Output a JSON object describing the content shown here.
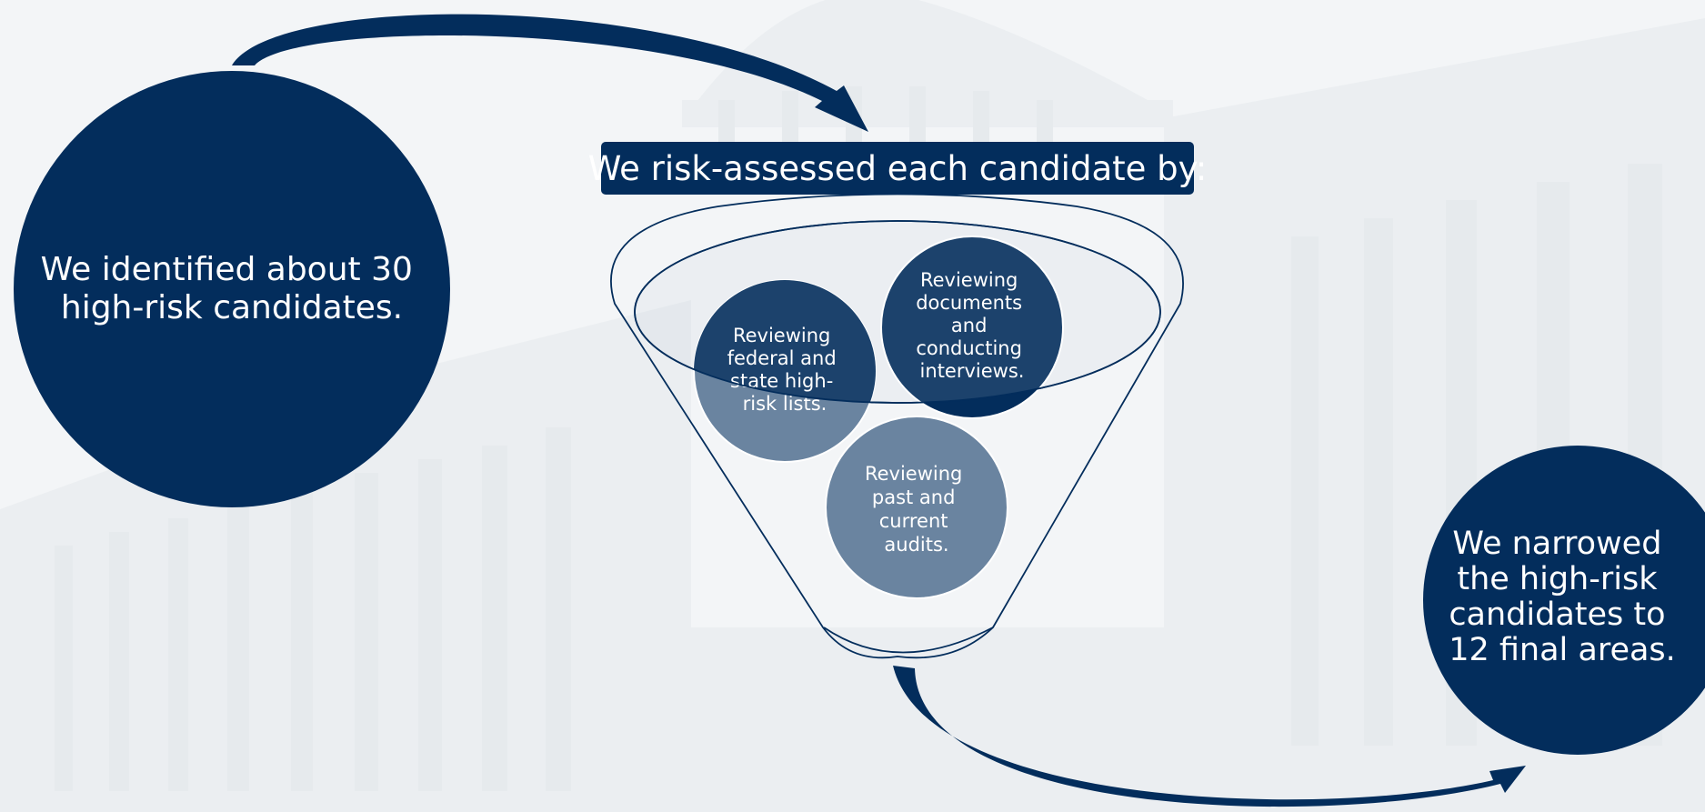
{
  "diagram": {
    "start_text": [
      "We identified about 30",
      "high-risk candidates."
    ],
    "header_label": "We risk-assessed each candidate by:",
    "methods": [
      {
        "lines": [
          "Reviewing",
          "federal and",
          "state high-",
          "risk lists."
        ]
      },
      {
        "lines": [
          "Reviewing",
          "documents",
          "and",
          "conducting",
          "interviews."
        ]
      },
      {
        "lines": [
          "Reviewing",
          "past and",
          "current",
          "audits."
        ]
      }
    ],
    "end_text": [
      "We narrowed",
      "the high-risk",
      "candidates to",
      "12 final areas."
    ]
  },
  "colors": {
    "navy": "#032d5c",
    "steel": "#6a84a0",
    "background": "#f3f5f7",
    "building": "#e2e7ec"
  }
}
